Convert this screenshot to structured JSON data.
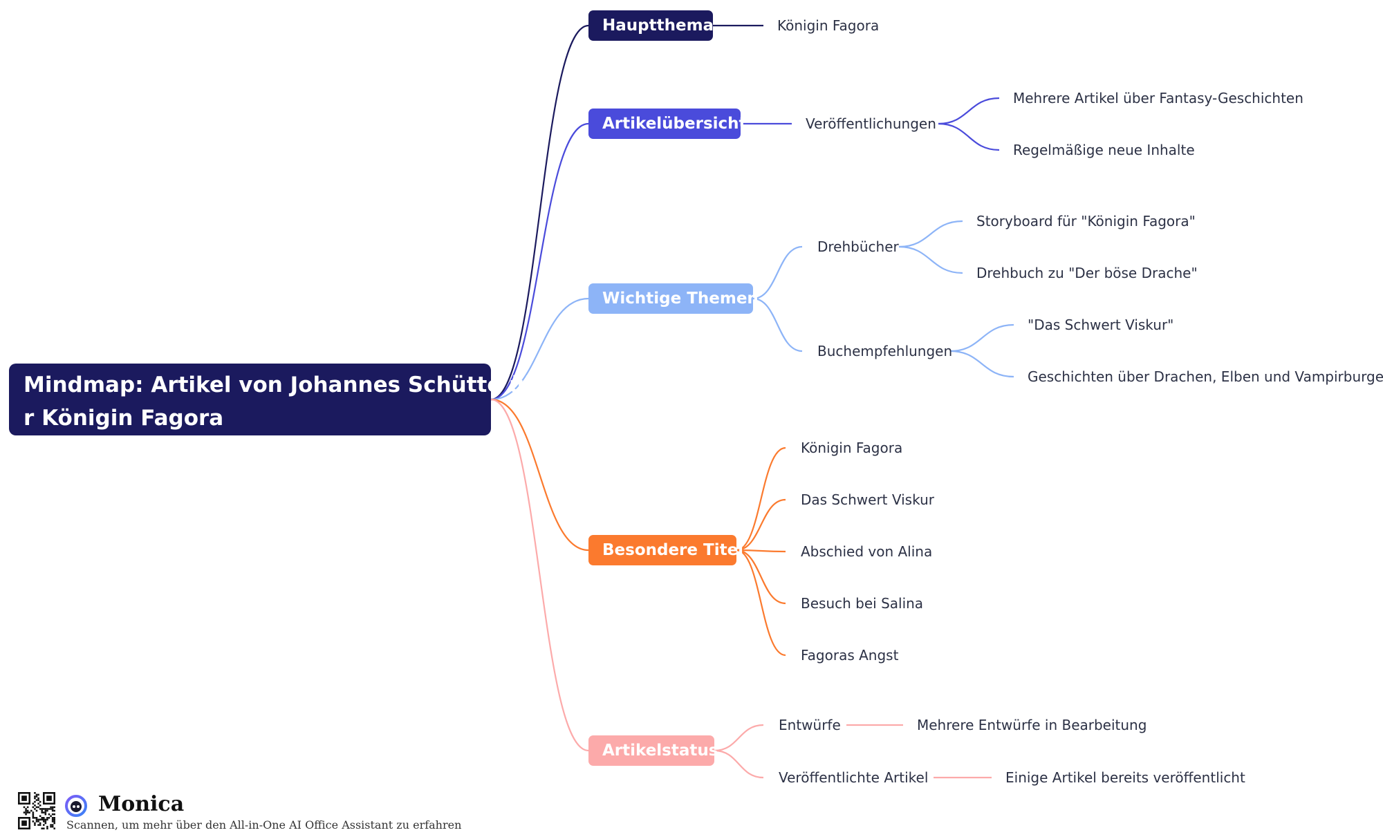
{
  "root": {
    "lines": [
      "Mindmap: Artikel von Johannes Schütte übe",
      "r Königin Fagora"
    ],
    "color": "#1b1a5e"
  },
  "branches": [
    {
      "id": "hauptthema",
      "label": "Hauptthema",
      "color": "#1b1a5e",
      "children": [
        {
          "id": "hauptthema-1",
          "label": "Königin Fagora",
          "children": []
        }
      ]
    },
    {
      "id": "artikeluebersicht",
      "label": "Artikelübersicht",
      "color": "#4a4bdb",
      "children": [
        {
          "id": "veroeffentlichungen",
          "label": "Veröffentlichungen",
          "children": [
            {
              "id": "veroeffentlichungen-1",
              "label": "Mehrere Artikel über Fantasy-Geschichten"
            },
            {
              "id": "veroeffentlichungen-2",
              "label": "Regelmäßige neue Inhalte"
            }
          ]
        }
      ]
    },
    {
      "id": "wichtige-themen",
      "label": "Wichtige Themen",
      "color": "#8db4f7",
      "children": [
        {
          "id": "drehbuecher",
          "label": "Drehbücher",
          "children": [
            {
              "id": "drehbuecher-1",
              "label": "Storyboard für \"Königin Fagora\""
            },
            {
              "id": "drehbuecher-2",
              "label": "Drehbuch zu \"Der böse Drache\""
            }
          ]
        },
        {
          "id": "buchempfehlungen",
          "label": "Buchempfehlungen",
          "children": [
            {
              "id": "buchempfehlungen-1",
              "label": "\"Das Schwert Viskur\""
            },
            {
              "id": "buchempfehlungen-2",
              "label": "Geschichten über Drachen, Elben und Vampirburgen"
            }
          ]
        }
      ]
    },
    {
      "id": "besondere-titel",
      "label": "Besondere Titel",
      "color": "#fb7a2e",
      "children": [
        {
          "id": "titel-1",
          "label": "Königin Fagora",
          "children": []
        },
        {
          "id": "titel-2",
          "label": "Das Schwert Viskur",
          "children": []
        },
        {
          "id": "titel-3",
          "label": "Abschied von Alina",
          "children": []
        },
        {
          "id": "titel-4",
          "label": "Besuch bei Salina",
          "children": []
        },
        {
          "id": "titel-5",
          "label": "Fagoras Angst",
          "children": []
        }
      ]
    },
    {
      "id": "artikelstatus",
      "label": "Artikelstatus",
      "color": "#fcaaaa",
      "children": [
        {
          "id": "entwuerfe",
          "label": "Entwürfe",
          "children": [
            {
              "id": "entwuerfe-1",
              "label": "Mehrere Entwürfe in Bearbeitung"
            }
          ]
        },
        {
          "id": "veroeffentlichte-artikel",
          "label": "Veröffentlichte Artikel",
          "children": [
            {
              "id": "veroeffentlichte-artikel-1",
              "label": "Einige Artikel bereits veröffentlicht"
            }
          ]
        }
      ]
    }
  ],
  "footer": {
    "brand": "Monica",
    "tagline": "Scannen, um mehr über den All-in-One AI Office Assistant zu erfahren"
  }
}
